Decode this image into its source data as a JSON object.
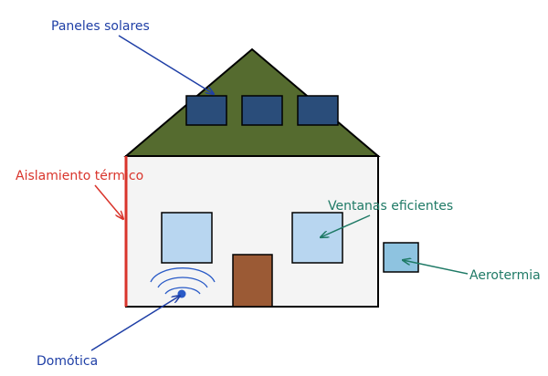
{
  "labels": {
    "solar": "Paneles solares",
    "insulation": "Aislamiento térmico",
    "windows": "Ventanas eficientes",
    "heatpump": "Aerotermia",
    "domotics": "Domótica"
  },
  "colors": {
    "roof": "#556b2f",
    "panel": "#2a4d7a",
    "wall": "#f4f4f4",
    "window": "#b8d6f0",
    "door": "#9b5a35",
    "insulation": "#d9342b",
    "heatpump_unit": "#8ec3e0",
    "label_blue": "#1f3fa6",
    "label_red": "#d9342b",
    "label_teal": "#1f7a66",
    "wifi": "#2a5bc7"
  }
}
